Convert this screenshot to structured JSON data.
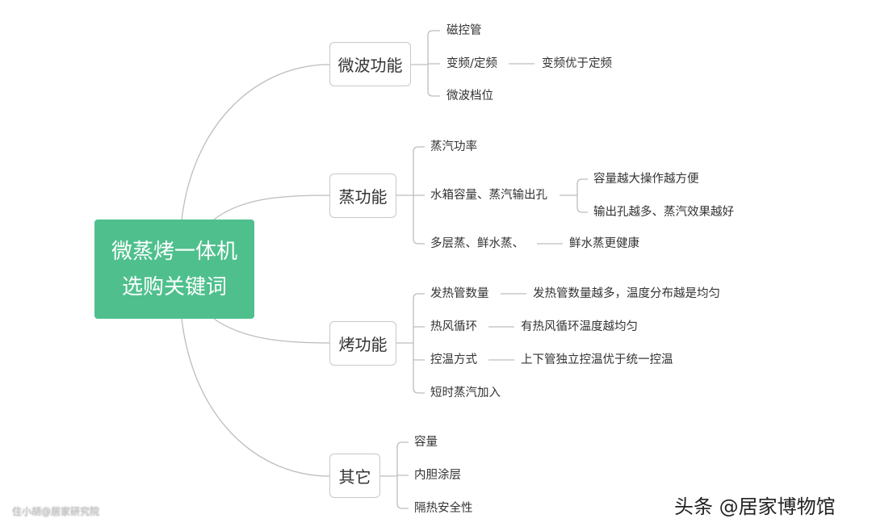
{
  "center": {
    "line1": "微蒸烤一体机",
    "line2": "选购关键词"
  },
  "branches": {
    "microwave": {
      "label": "微波功能",
      "items": [
        "磁控管",
        "变频/定频",
        "微波档位"
      ],
      "sub": "变频优于定频"
    },
    "steam": {
      "label": "蒸功能",
      "items": [
        "蒸汽功率",
        "水箱容量、蒸汽输出孔",
        "多层蒸、鲜水蒸、"
      ],
      "sub_tank": [
        "容量越大操作越方便",
        "输出孔越多、蒸汽效果越好"
      ],
      "sub_multi": "鲜水蒸更健康"
    },
    "bake": {
      "label": "烤功能",
      "items": [
        "发热管数量",
        "热风循环",
        "控温方式",
        "短时蒸汽加入"
      ],
      "subs": [
        "发热管数量越多，温度分布越是均匀",
        "有热风循环温度越均匀",
        "上下管独立控温优于统一控温"
      ]
    },
    "other": {
      "label": "其它",
      "items": [
        "容量",
        "内胆涂层",
        "隔热安全性"
      ]
    }
  },
  "watermark": "住小胡@居家研究院",
  "signature": "头条 @居家博物馆",
  "colors": {
    "center": "#4fc08d",
    "line": "#bdbdbd"
  }
}
